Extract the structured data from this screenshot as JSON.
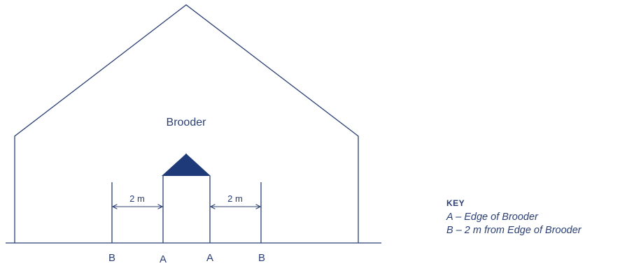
{
  "colors": {
    "line": "#2b3f73",
    "brooder_fill": "#1f3a78",
    "text": "#2b3f73"
  },
  "labels": {
    "brooder": "Brooder",
    "dist_left": "2 m",
    "dist_right": "2 m",
    "ground": [
      "B",
      "A",
      "A",
      "B"
    ]
  },
  "key": {
    "title": "KEY",
    "line_a": "A –  Edge of Brooder",
    "line_b": "B – 2 m from Edge of Brooder"
  }
}
